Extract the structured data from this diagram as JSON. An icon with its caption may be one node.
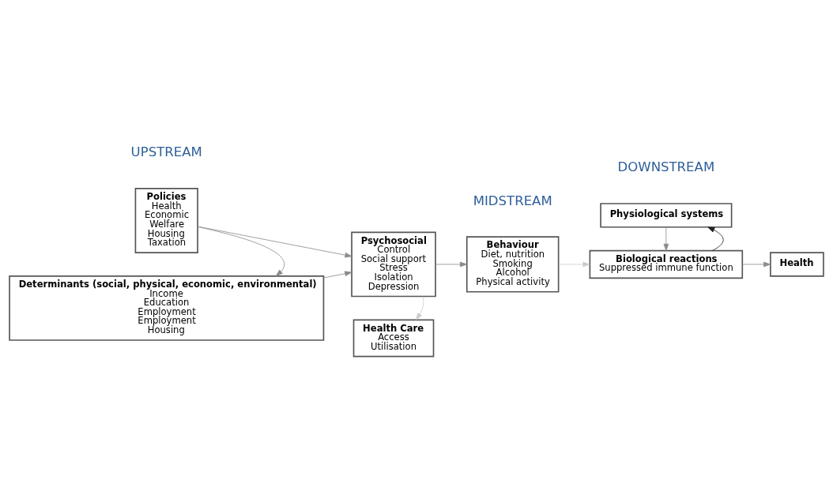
{
  "diagram": {
    "nodes": [
      {
        "text": [
          "Policies",
          "Health",
          "Economic",
          "Welfare",
          "Housing",
          "Taxation"
        ]
      },
      {
        "text": [
          "Determinants (social, physical, economic, environmental)",
          "Income",
          "Education",
          "Employment",
          "Employment",
          "Housing"
        ]
      },
      {
        "text": [
          "Psychosocial",
          "Control",
          "Social support",
          "Stress",
          "Isolation",
          "Depression"
        ]
      },
      {
        "text": [
          "Health Care",
          "Access",
          "Utilisation"
        ]
      },
      {
        "text": [
          "Behaviour",
          "Diet, nutrition",
          "Smoking",
          "Alcohol",
          "Physical activity"
        ]
      },
      {
        "text": [
          "Physiological systems"
        ]
      },
      {
        "text": [
          "Health"
        ]
      },
      {
        "text": [
          "Biological reactions",
          "Suppressed immune function"
        ]
      }
    ],
    "edges": [
      {
        "from": 0,
        "to": 2,
        "arrow": "to"
      },
      {
        "from": 0,
        "to": 1,
        "arrow": "to"
      },
      {
        "from": 1,
        "to": 2,
        "arrow": "to"
      },
      {
        "from": 2,
        "to": 3,
        "arrow": "to",
        "color": "#cccccc"
      },
      {
        "from": 2,
        "to": 4,
        "arrow": "to"
      },
      {
        "from": 4,
        "to": 7,
        "arrow": "to",
        "color": "#cccccc"
      },
      {
        "from": 7,
        "to": 5,
        "arrow": "to",
        "color": "#222222"
      },
      {
        "from": 5,
        "to": 7,
        "arrow": "to"
      },
      {
        "from": 7,
        "to": 6,
        "arrow": "to"
      }
    ],
    "labels": [
      "UPSTREAM",
      "MIDSTREAM",
      "DOWNSTREAM"
    ]
  }
}
